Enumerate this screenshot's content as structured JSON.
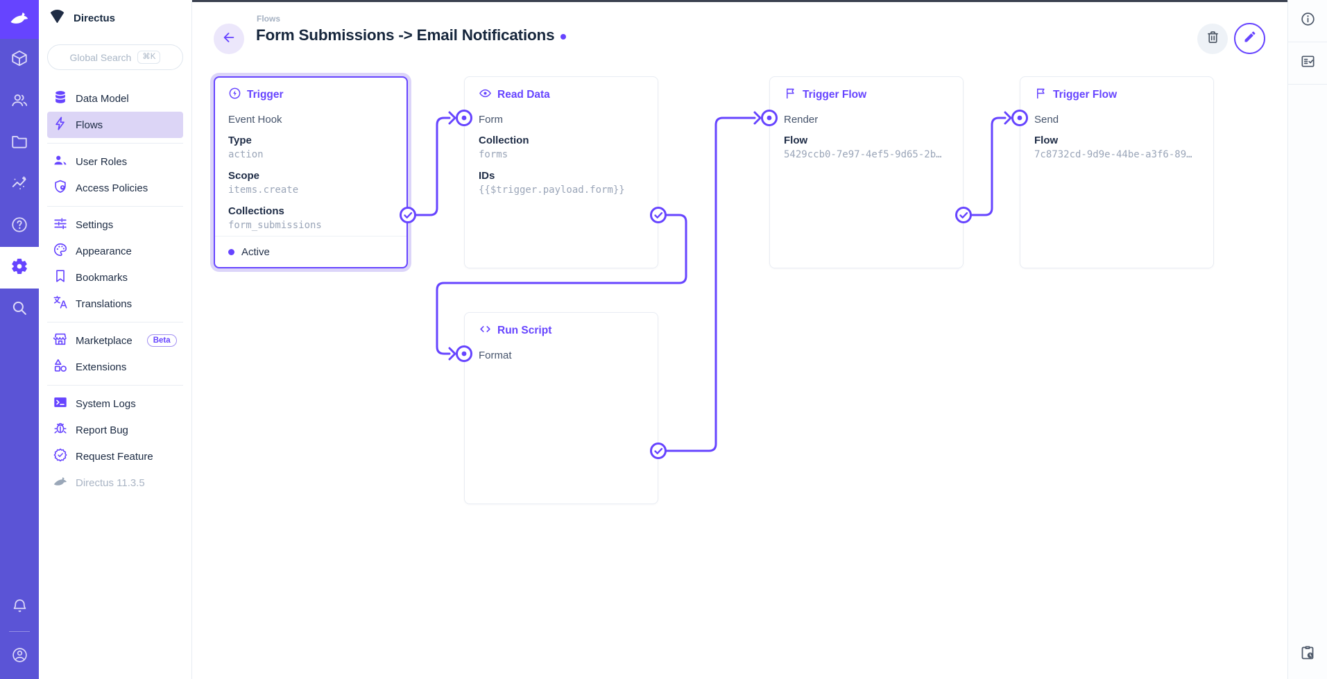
{
  "brand": {
    "accent_color": "#6644ff",
    "rail_color": "#5b54d6"
  },
  "module_bar": {
    "icons": [
      "box-icon",
      "users-icon",
      "folder-icon",
      "insights-icon",
      "help-icon",
      "settings-icon",
      "search-icon"
    ],
    "active_module": "settings",
    "bottom_icons": [
      "bell-icon",
      "user-circle-icon"
    ]
  },
  "sidebar": {
    "project_name": "Directus",
    "search_placeholder": "Global Search",
    "search_shortcut": "⌘K",
    "items": [
      {
        "label": "Data Model",
        "icon": "database-icon"
      },
      {
        "label": "Flows",
        "icon": "bolt-icon",
        "active": true
      },
      {
        "label": "User Roles",
        "icon": "user-roles-icon"
      },
      {
        "label": "Access Policies",
        "icon": "shield-lock-icon"
      },
      {
        "label": "Settings",
        "icon": "tune-icon"
      },
      {
        "label": "Appearance",
        "icon": "palette-icon"
      },
      {
        "label": "Bookmarks",
        "icon": "bookmark-icon"
      },
      {
        "label": "Translations",
        "icon": "translate-icon"
      },
      {
        "label": "Marketplace",
        "icon": "storefront-icon",
        "badge": "Beta"
      },
      {
        "label": "Extensions",
        "icon": "category-icon"
      },
      {
        "label": "System Logs",
        "icon": "terminal-icon"
      },
      {
        "label": "Report Bug",
        "icon": "bug-icon"
      },
      {
        "label": "Request Feature",
        "icon": "verified-icon"
      }
    ],
    "version": "Directus 11.3.5"
  },
  "header": {
    "breadcrumb": "Flows",
    "title": "Form Submissions -> Email Notifications",
    "actions": [
      "trash-icon",
      "edit-pencil-icon"
    ]
  },
  "flow": {
    "panels": [
      {
        "type": "Trigger",
        "icon": "bolt-circle-icon",
        "name": "Event Hook",
        "selected": true,
        "fields": [
          {
            "label": "Type",
            "value": "action"
          },
          {
            "label": "Scope",
            "value": "items.create"
          },
          {
            "label": "Collections",
            "value": "form_submissions"
          }
        ],
        "status": "Active"
      },
      {
        "type": "Read Data",
        "icon": "eye-icon",
        "name": "Form",
        "fields": [
          {
            "label": "Collection",
            "value": "forms"
          },
          {
            "label": "IDs",
            "value": "{{$trigger.payload.form}}"
          }
        ]
      },
      {
        "type": "Trigger Flow",
        "icon": "flag-icon",
        "name": "Render",
        "fields": [
          {
            "label": "Flow",
            "value": "5429ccb0-7e97-4ef5-9d65-2b…"
          }
        ]
      },
      {
        "type": "Trigger Flow",
        "icon": "flag-icon",
        "name": "Send",
        "fields": [
          {
            "label": "Flow",
            "value": "7c8732cd-9d9e-44be-a3f6-89…"
          }
        ]
      },
      {
        "type": "Run Script",
        "icon": "code-icon",
        "name": "Format",
        "fields": []
      }
    ],
    "connections": [
      "Event Hook -> Form",
      "Form -> Format",
      "Format -> Render",
      "Render -> Send"
    ]
  },
  "right_bar": {
    "icons": [
      "info-icon",
      "fact-check-icon",
      "clipboard-clock-icon"
    ]
  }
}
